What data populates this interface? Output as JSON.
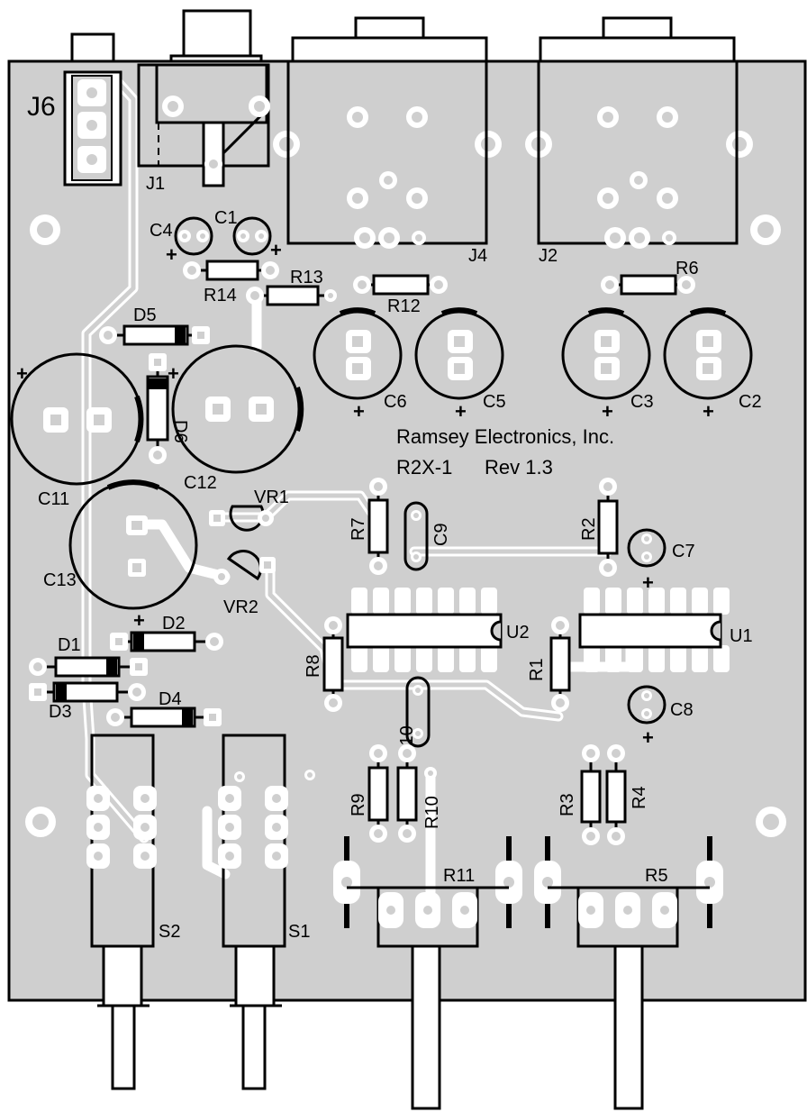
{
  "board": {
    "company": "Ramsey Electronics, Inc.",
    "model": "R2X-1",
    "revision": "Rev 1.3",
    "colors": {
      "pcb": "#cfcfcf",
      "copper": "#ffffff",
      "silkscreen": "#000000",
      "background": "#ffffff"
    }
  },
  "labels": {
    "J6": "J6",
    "J1": "J1",
    "J4": "J4",
    "J2": "J2",
    "C1": "C1",
    "C2": "C2",
    "C3": "C3",
    "C4": "C4",
    "C5": "C5",
    "C6": "C6",
    "C7": "C7",
    "C8": "C8",
    "C9": "C9",
    "C10": "C10",
    "C11": "C11",
    "C12": "C12",
    "C13": "C13",
    "R1": "R1",
    "R2": "R2",
    "R3": "R3",
    "R4": "R4",
    "R5": "R5",
    "R6": "R6",
    "R7": "R7",
    "R8": "R8",
    "R9": "R9",
    "R10": "R10",
    "R11": "R11",
    "R12": "R12",
    "R13": "R13",
    "R14": "R14",
    "D1": "D1",
    "D2": "D2",
    "D3": "D3",
    "D4": "D4",
    "D5": "D5",
    "D6": "D6",
    "VR1": "VR1",
    "VR2": "VR2",
    "U1": "U1",
    "U2": "U2",
    "S1": "S1",
    "S2": "S2",
    "plus": "+"
  }
}
